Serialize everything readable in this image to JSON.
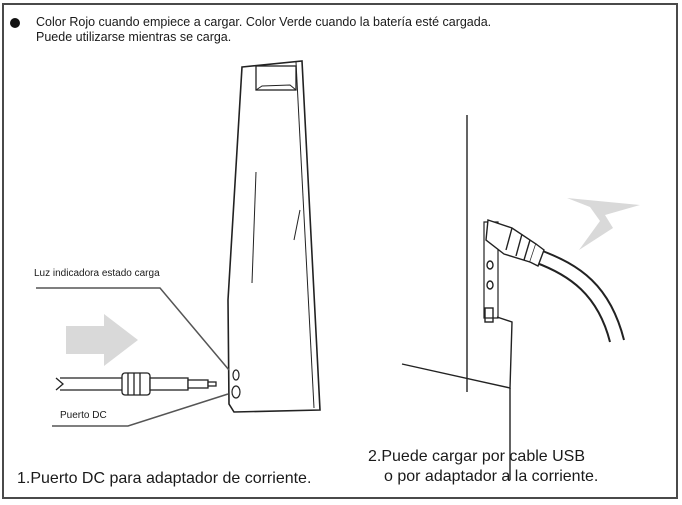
{
  "note": {
    "line1": "Color Rojo cuando empiece a cargar. Color Verde cuando la batería esté cargada.",
    "line2": "Puede utilizarse mientras se carga."
  },
  "callouts": {
    "indicator": "Luz indicadora estado carga",
    "dc_port": "Puerto DC"
  },
  "captions": {
    "left": "1.Puerto DC para adaptador de corriente.",
    "right_line1": "2.Puede cargar por cable USB",
    "right_line2": "o por adaptador a la corriente."
  },
  "colors": {
    "arrow": "#d9d9d9",
    "stroke": "#222222",
    "frame": "#4a4a4a"
  }
}
